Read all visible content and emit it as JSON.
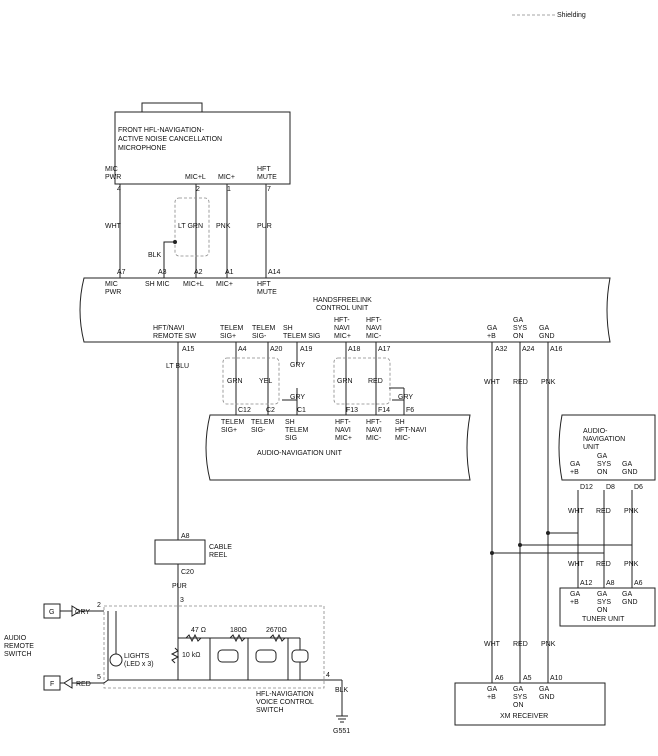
{
  "legend": {
    "shielding": "Shielding"
  },
  "components": {
    "mic": {
      "name": [
        "FRONT HFL-NAVIGATION-",
        "ACTIVE NOISE CANCELLATION",
        "MICROPHONE"
      ]
    },
    "hfl_unit": {
      "name": [
        "HANDSFREELINK",
        "CONTROL UNIT"
      ]
    },
    "audio_nav": {
      "name": "AUDIO-NAVIGATION UNIT"
    },
    "audio_nav_right": {
      "name": [
        "AUDIO-",
        "NAVIGATION",
        "UNIT"
      ]
    },
    "cable_reel": {
      "name": [
        "CABLE",
        "REEL"
      ]
    },
    "tuner": {
      "name": "TUNER UNIT"
    },
    "xm": {
      "name": "XM RECEIVER"
    },
    "switch": {
      "name": [
        "HFL-NAVIGATION",
        "VOICE CONTROL",
        "SWITCH"
      ]
    },
    "audio_remote": {
      "name": [
        "AUDIO",
        "REMOTE",
        "SWITCH"
      ]
    },
    "lights": {
      "name": [
        "LIGHTS",
        "(LED x 3)"
      ]
    },
    "ground": {
      "name": "G551"
    }
  },
  "mic_pins": [
    {
      "label": [
        "MIC",
        "PWR"
      ],
      "pin": "4"
    },
    {
      "label": [
        "MIC+L"
      ],
      "pin": "2"
    },
    {
      "label": [
        "MIC+"
      ],
      "pin": "1"
    },
    {
      "label": [
        "HFT",
        "MUTE"
      ],
      "pin": "7"
    }
  ],
  "hfl_top_pins": [
    {
      "pin": "A7",
      "label": [
        "MIC",
        "PWR"
      ]
    },
    {
      "pin": "A3",
      "label": [
        "SH MIC"
      ]
    },
    {
      "pin": "A2",
      "label": [
        "MIC+L"
      ]
    },
    {
      "pin": "A1",
      "label": [
        "MIC+"
      ]
    },
    {
      "pin": "A14",
      "label": [
        "HFT",
        "MUTE"
      ]
    }
  ],
  "hfl_bottom_pins": [
    {
      "pin": "A15",
      "label": [
        "HFT/NAVI",
        "REMOTE SW"
      ]
    },
    {
      "pin": "A4",
      "label": [
        "TELEM",
        "SIG+"
      ]
    },
    {
      "pin": "A20",
      "label": [
        "TELEM",
        "SIG-"
      ]
    },
    {
      "pin": "A19",
      "label": [
        "SH",
        "TELEM SIG"
      ]
    },
    {
      "pin": "A18",
      "label": [
        "HFT-",
        "NAVI",
        "MIC+"
      ]
    },
    {
      "pin": "A17",
      "label": [
        "HFT-",
        "NAVI",
        "MIC-"
      ]
    },
    {
      "pin": "A32",
      "label": [
        "GA",
        "+B"
      ]
    },
    {
      "pin": "A24",
      "label": [
        "GA",
        "SYS",
        "ON"
      ]
    },
    {
      "pin": "A16",
      "label": [
        "GA",
        "GND"
      ]
    }
  ],
  "audio_nav_pins": [
    {
      "pin": "C12",
      "label": [
        "TELEM",
        "SIG+"
      ]
    },
    {
      "pin": "C2",
      "label": [
        "TELEM",
        "SIG-"
      ]
    },
    {
      "pin": "C1",
      "label": [
        "SH",
        "TELEM",
        "SIG"
      ]
    },
    {
      "pin": "F13",
      "label": [
        "HFT-",
        "NAVI",
        "MIC+"
      ]
    },
    {
      "pin": "F14",
      "label": [
        "HFT-",
        "NAVI",
        "MIC-"
      ]
    },
    {
      "pin": "F6",
      "label": [
        "SH",
        "HFT-NAVI",
        "MIC-"
      ]
    }
  ],
  "audio_nav_right_pins": [
    {
      "pin": "D12",
      "label": [
        "GA",
        "+B"
      ]
    },
    {
      "pin": "D8",
      "label": [
        "GA",
        "SYS",
        "ON"
      ]
    },
    {
      "pin": "D6",
      "label": [
        "GA",
        "GND"
      ]
    }
  ],
  "tuner_pins": [
    {
      "pin": "A12",
      "label": [
        "GA",
        "+B"
      ]
    },
    {
      "pin": "A8",
      "label": [
        "GA",
        "SYS",
        "ON"
      ]
    },
    {
      "pin": "A6",
      "label": [
        "GA",
        "GND"
      ]
    }
  ],
  "xm_pins": [
    {
      "pin": "A6",
      "label": [
        "GA",
        "+B"
      ]
    },
    {
      "pin": "A5",
      "label": [
        "GA",
        "SYS",
        "ON"
      ]
    },
    {
      "pin": "A10",
      "label": [
        "GA",
        "GND"
      ]
    }
  ],
  "wire_colors": {
    "wht": "WHT",
    "lt_grn": "LT GRN",
    "pnk": "PNK",
    "pur": "PUR",
    "blk": "BLK",
    "lt_blu": "LT BLU",
    "grn": "GRN",
    "yel": "YEL",
    "gry": "GRY",
    "red": "RED"
  },
  "cable_reel_pins": {
    "top": "A8",
    "bottom": "C20"
  },
  "switch_pins": {
    "in": "3",
    "gnd": "4",
    "remote_g": "2",
    "remote_f": "5"
  },
  "remote_terminals": {
    "g": "G",
    "f": "F"
  },
  "resistors": [
    "47 Ω",
    "180Ω",
    "2670Ω",
    "10 kΩ"
  ]
}
